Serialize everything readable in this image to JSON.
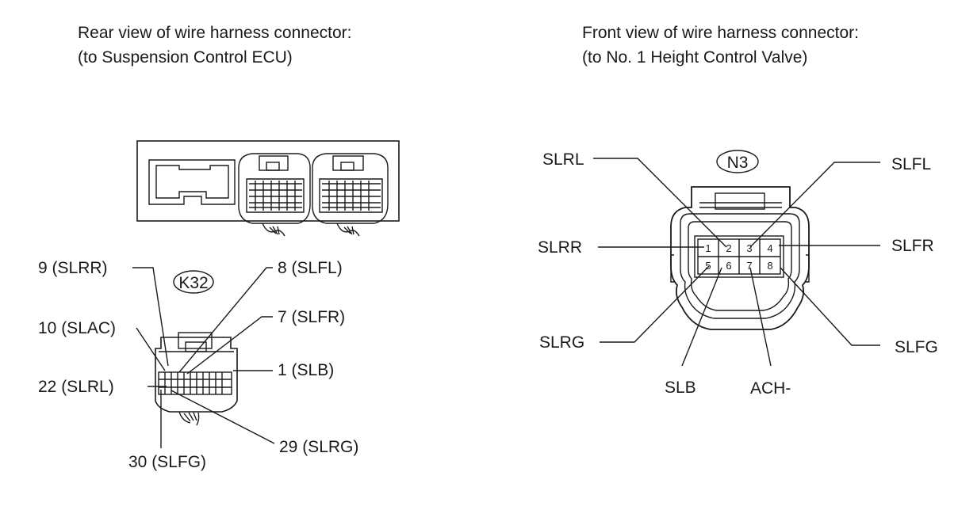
{
  "left": {
    "title_line1": "Rear view of wire harness connector:",
    "title_line2": "(to Suspension Control ECU)",
    "connector_code": "K32",
    "callouts": {
      "c9": "9 (SLRR)",
      "c8": "8 (SLFL)",
      "c10": "10 (SLAC)",
      "c7": "7 (SLFR)",
      "c22": "22 (SLRL)",
      "c1": "1 (SLB)",
      "c29": "29 (SLRG)",
      "c30": "30 (SLFG)"
    }
  },
  "right": {
    "title_line1": "Front view of wire harness connector:",
    "title_line2": "(to No. 1 Height Control Valve)",
    "connector_code": "N3",
    "pins": [
      "1",
      "2",
      "3",
      "4",
      "5",
      "6",
      "7",
      "8"
    ],
    "callouts": {
      "slrl": "SLRL",
      "slfl": "SLFL",
      "slrr": "SLRR",
      "slfr": "SLFR",
      "slrg": "SLRG",
      "slfg": "SLFG",
      "slb": "SLB",
      "ach": "ACH-"
    }
  }
}
